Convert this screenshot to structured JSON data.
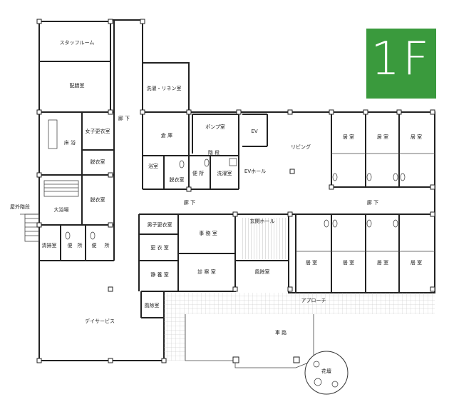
{
  "floor_label": "1F",
  "rooms": {
    "staff_room": "スタッフルーム",
    "serving_room": "配膳室",
    "laundry_linen": "洗濯・リネン室",
    "corridor_v": "廊 下",
    "storage": "倉 庫",
    "pump_room": "ポンプ室",
    "ev": "EV",
    "living": "リビング",
    "womens_changing": "女子更衣室",
    "floor_bath": "床 浴",
    "dressing1": "脱衣室",
    "stairs": "階 段",
    "bath_small": "浴室",
    "toilet1": "便 所",
    "laundry_room": "洗濯室",
    "dressing2": "脱衣室",
    "ev_hall": "EVホール",
    "big_bath": "大浴場",
    "dressing3": "脱衣室",
    "outdoor_stairs": "屋外階段",
    "corridor_mid": "廊 下",
    "corridor_right": "廊 下",
    "mens_changing": "男子更衣室",
    "office": "事 務 室",
    "entrance_hall": "玄関ホール",
    "cleaning_room": "清掃室",
    "toilet2": "便",
    "toilet3": "所",
    "toilet4": "便",
    "toilet5": "所",
    "changing_room": "更 衣 室",
    "quiet_room": "静 養 室",
    "exam_room": "診 察 室",
    "windbreak1": "風除室",
    "windbreak2": "風除室",
    "approach": "アプローチ",
    "day_service": "デイサービス",
    "driveway": "車 路",
    "flower_bed": "花壇",
    "resident_room": "居 室"
  }
}
